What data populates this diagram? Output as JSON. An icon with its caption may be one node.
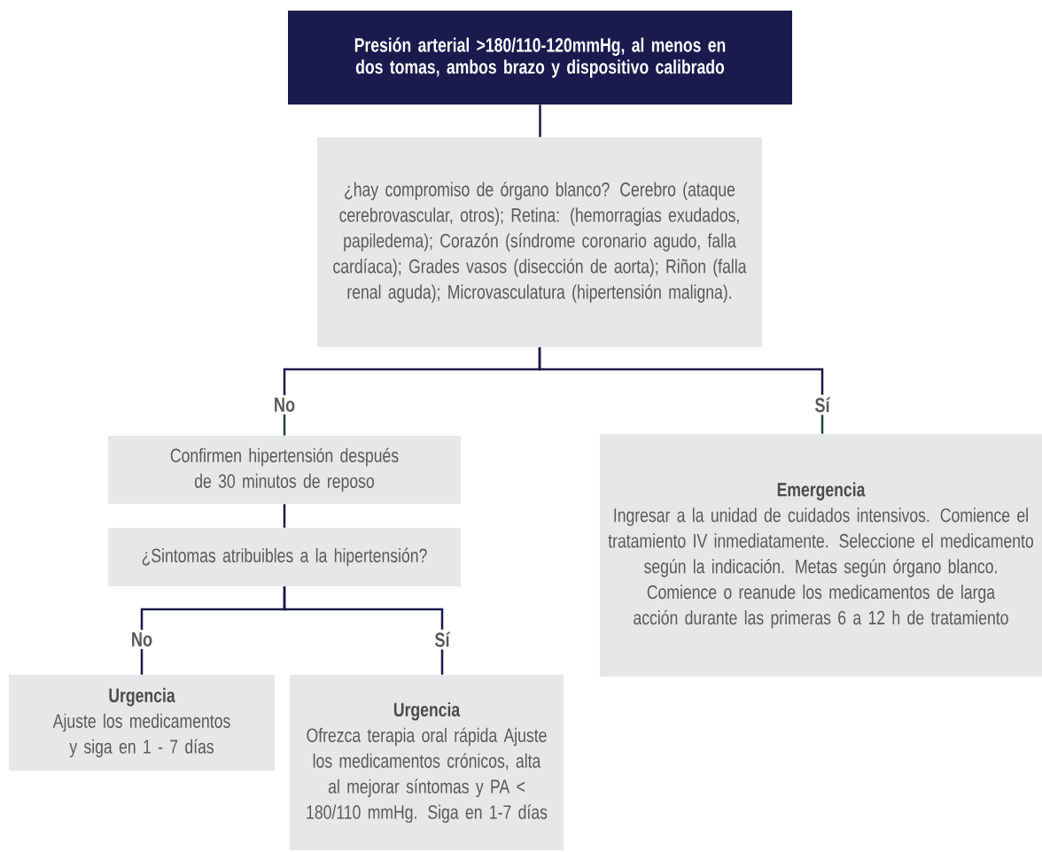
{
  "diagram": {
    "nodes": [
      {
        "text": [
          "Presión arterial >180/110-120mmHg, al menos en dos tomas, ambos brazo y dispositivo calibrado"
        ]
      },
      {
        "text": [
          "¿hay compromiso de órgano blanco? Cerebro (ataque cerebrovascular, otros); Retina: (hemorragias exudados, papiledema); Corazón (síndrome coronario agudo, falla cardíaca); Grades vasos (disección de aorta); Riñon (falla renal aguda); Microvasculatura (hipertensión maligna)."
        ]
      },
      {
        "text": [
          "No"
        ]
      },
      {
        "text": [
          "Sí"
        ]
      },
      {
        "text": [
          "Confirmen hipertensión después de 30 minutos de reposo"
        ]
      },
      {
        "text": [
          "Emergencia",
          "Ingresar a la unidad de cuidados intensivos. Comience el tratamiento IV inmediatamente. Seleccione el medicamento según la indicación. Metas según órgano blanco. Comience o reanude los medicamentos de larga acción durante las primeras 6 a 12 h de tratamiento"
        ]
      },
      {
        "text": [
          "¿Sintomas atribuibles a la hipertensión?"
        ]
      },
      {
        "text": [
          "No"
        ]
      },
      {
        "text": [
          "Sí"
        ]
      },
      {
        "text": [
          "Urgencia",
          "Ajuste los medicamentos y siga en 1 - 7 días"
        ]
      },
      {
        "text": [
          "Urgencia",
          "Ofrezca terapia oral rápida Ajuste los medicamentos crónicos, alta al mejorar síntomas y PA < 180/110 mmHg. Siga en 1-7 días"
        ]
      }
    ],
    "edges": [
      {
        "from": 0,
        "to": 1,
        "arrow": "none"
      },
      {
        "from": 1,
        "to": 2,
        "arrow": "none"
      },
      {
        "from": 1,
        "to": 3,
        "arrow": "none"
      },
      {
        "from": 2,
        "to": 4,
        "arrow": "none",
        "color": "#1d4a38"
      },
      {
        "from": 3,
        "to": 5,
        "arrow": "none",
        "color": "#1d4a38"
      },
      {
        "from": 4,
        "to": 6,
        "arrow": "none"
      },
      {
        "from": 6,
        "to": 7,
        "arrow": "none"
      },
      {
        "from": 6,
        "to": 8,
        "arrow": "none"
      },
      {
        "from": 7,
        "to": 9,
        "arrow": "none"
      },
      {
        "from": 8,
        "to": 10,
        "arrow": "none"
      }
    ]
  }
}
